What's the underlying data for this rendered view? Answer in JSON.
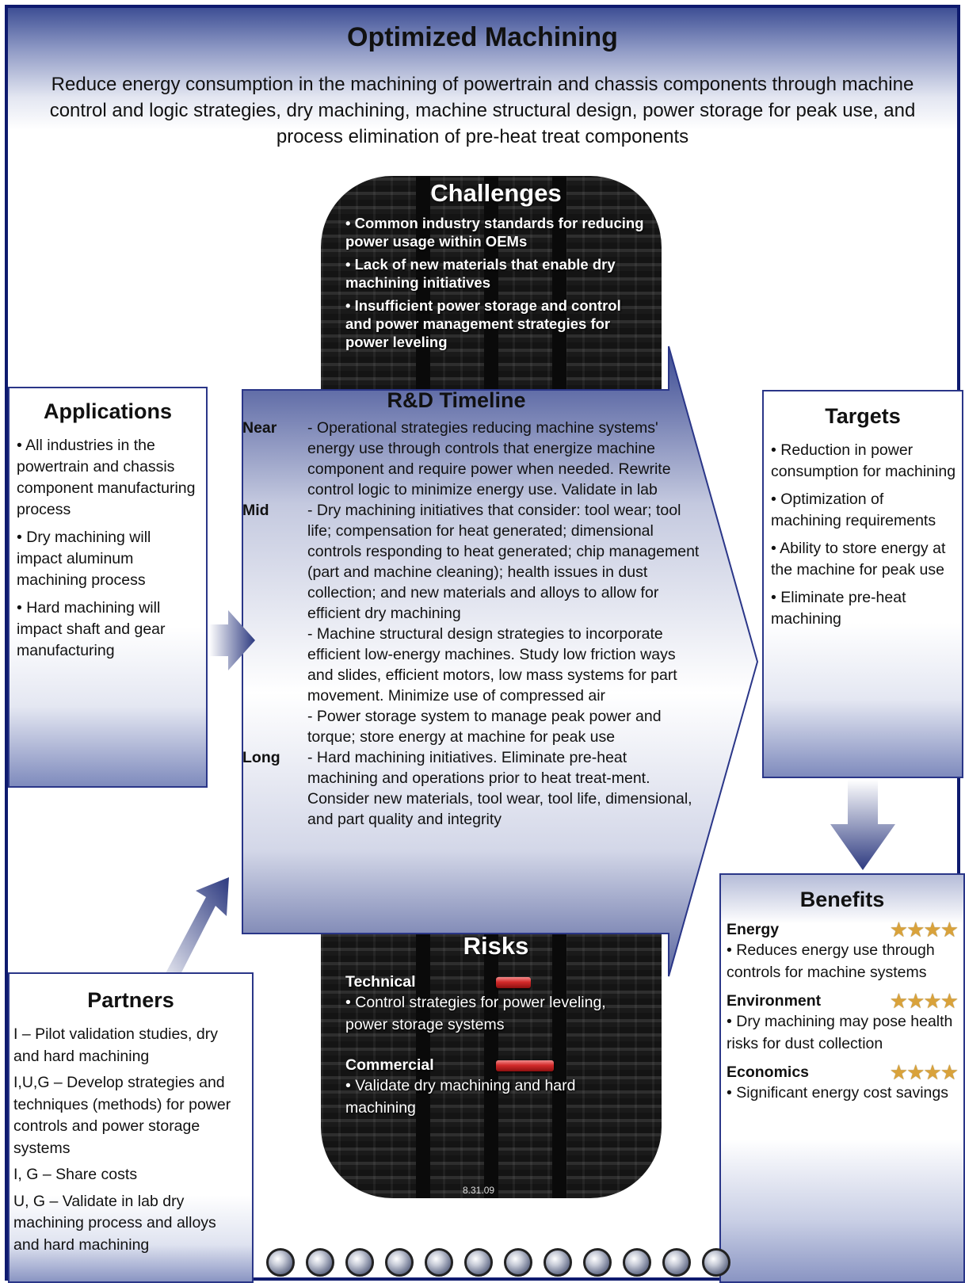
{
  "header": {
    "title": "Optimized Machining",
    "subtitle": "Reduce energy consumption in the machining of powertrain and chassis components through machine control and logic strategies, dry machining, machine structural design, power storage for peak use, and process elimination of pre-heat treat components"
  },
  "challenges": {
    "title": "Challenges",
    "items": [
      "• Common industry standards for reducing power usage within OEMs",
      "• Lack of new materials that enable dry machining initiatives",
      "• Insufficient power storage and control and power management strategies for power leveling"
    ]
  },
  "applications": {
    "title": "Applications",
    "items": [
      "• All industries in the powertrain and chassis component manufacturing process",
      "• Dry machining will impact aluminum machining process",
      "• Hard machining will impact shaft and gear manufacturing"
    ]
  },
  "timeline": {
    "title": "R&D Timeline",
    "rows": [
      {
        "label": "Near",
        "text": "- Operational strategies reducing machine systems' energy use through controls that energize machine component and require power when needed. Rewrite control logic to minimize energy use. Validate in lab"
      },
      {
        "label": "Mid",
        "text": "- Dry machining initiatives that consider: tool wear; tool life; compensation for heat generated; dimensional controls responding to heat generated; chip management (part and machine cleaning); health issues in dust collection; and new materials and alloys to allow for efficient dry machining"
      },
      {
        "label": "",
        "text": "- Machine structural design strategies to incorporate efficient low-energy machines. Study low friction ways and slides, efficient motors, low mass systems for part movement. Minimize use of compressed air"
      },
      {
        "label": "",
        "text": "- Power storage system to manage peak power and torque; store energy at machine for peak use"
      },
      {
        "label": "Long",
        "text": "- Hard machining initiatives. Eliminate pre-heat machining and operations prior to heat treat-ment. Consider new materials, tool wear, tool life, dimensional, and part quality and integrity"
      }
    ]
  },
  "targets": {
    "title": "Targets",
    "items": [
      "• Reduction in power consumption for machining",
      "• Optimization of machining requirements",
      "• Ability to store energy at the machine for peak use",
      "• Eliminate pre-heat machining"
    ]
  },
  "partners": {
    "title": "Partners",
    "items": [
      "I – Pilot validation studies, dry and hard machining",
      "I,U,G – Develop strategies and techniques (methods) for power controls and power storage systems",
      "I, G – Share costs",
      "U, G – Validate in lab dry machining process and alloys and hard machining"
    ]
  },
  "risks": {
    "title": "Risks",
    "items": [
      {
        "name": "Technical",
        "text": "• Control strategies for power leveling, power storage systems",
        "level": 0.2
      },
      {
        "name": "Commercial",
        "text": "• Validate dry machining and hard machining",
        "level": 0.33
      }
    ],
    "date": "8.31.09"
  },
  "benefits": {
    "title": "Benefits",
    "items": [
      {
        "name": "Energy",
        "stars": "★★★★",
        "rating": 4,
        "text": "• Reduces energy use through controls for machine systems"
      },
      {
        "name": "Environment",
        "stars": "★★★★",
        "rating": 4,
        "text": "• Dry machining may pose health risks for dust collection"
      },
      {
        "name": "Economics",
        "stars": "★★★★",
        "rating": 4,
        "text": "• Significant energy cost savings"
      }
    ]
  },
  "colors": {
    "border": "#0e1a6e",
    "accent": "#2a3688",
    "risk": "#d32a2a",
    "star": "#d9a23b"
  },
  "footer": {
    "dot_count": 12
  }
}
